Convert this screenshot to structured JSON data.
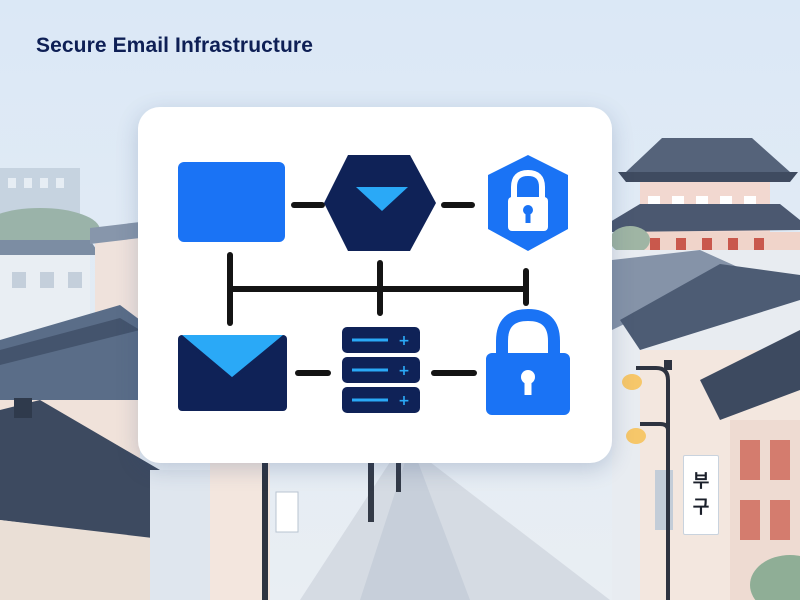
{
  "header": {
    "title": "Secure Email Infrastructure"
  },
  "street_sign": {
    "lines": [
      "부",
      "구"
    ]
  },
  "diagram": {
    "top_row": [
      {
        "kind": "compose-box",
        "icon": "blank-square-icon"
      },
      {
        "kind": "hexagon",
        "icon": "envelope-hexagon-icon"
      },
      {
        "kind": "lock-hexagon",
        "icon": "lock-hexagon-icon"
      }
    ],
    "bottom_row": [
      {
        "kind": "envelope",
        "icon": "envelope-icon"
      },
      {
        "kind": "server",
        "icon": "server-stack-icon"
      },
      {
        "kind": "padlock",
        "icon": "padlock-icon"
      }
    ]
  },
  "colors": {
    "bright_blue": "#1a73f5",
    "navy": "#0f2257",
    "accent_cyan": "#2aa9f7",
    "connector": "#141414"
  }
}
